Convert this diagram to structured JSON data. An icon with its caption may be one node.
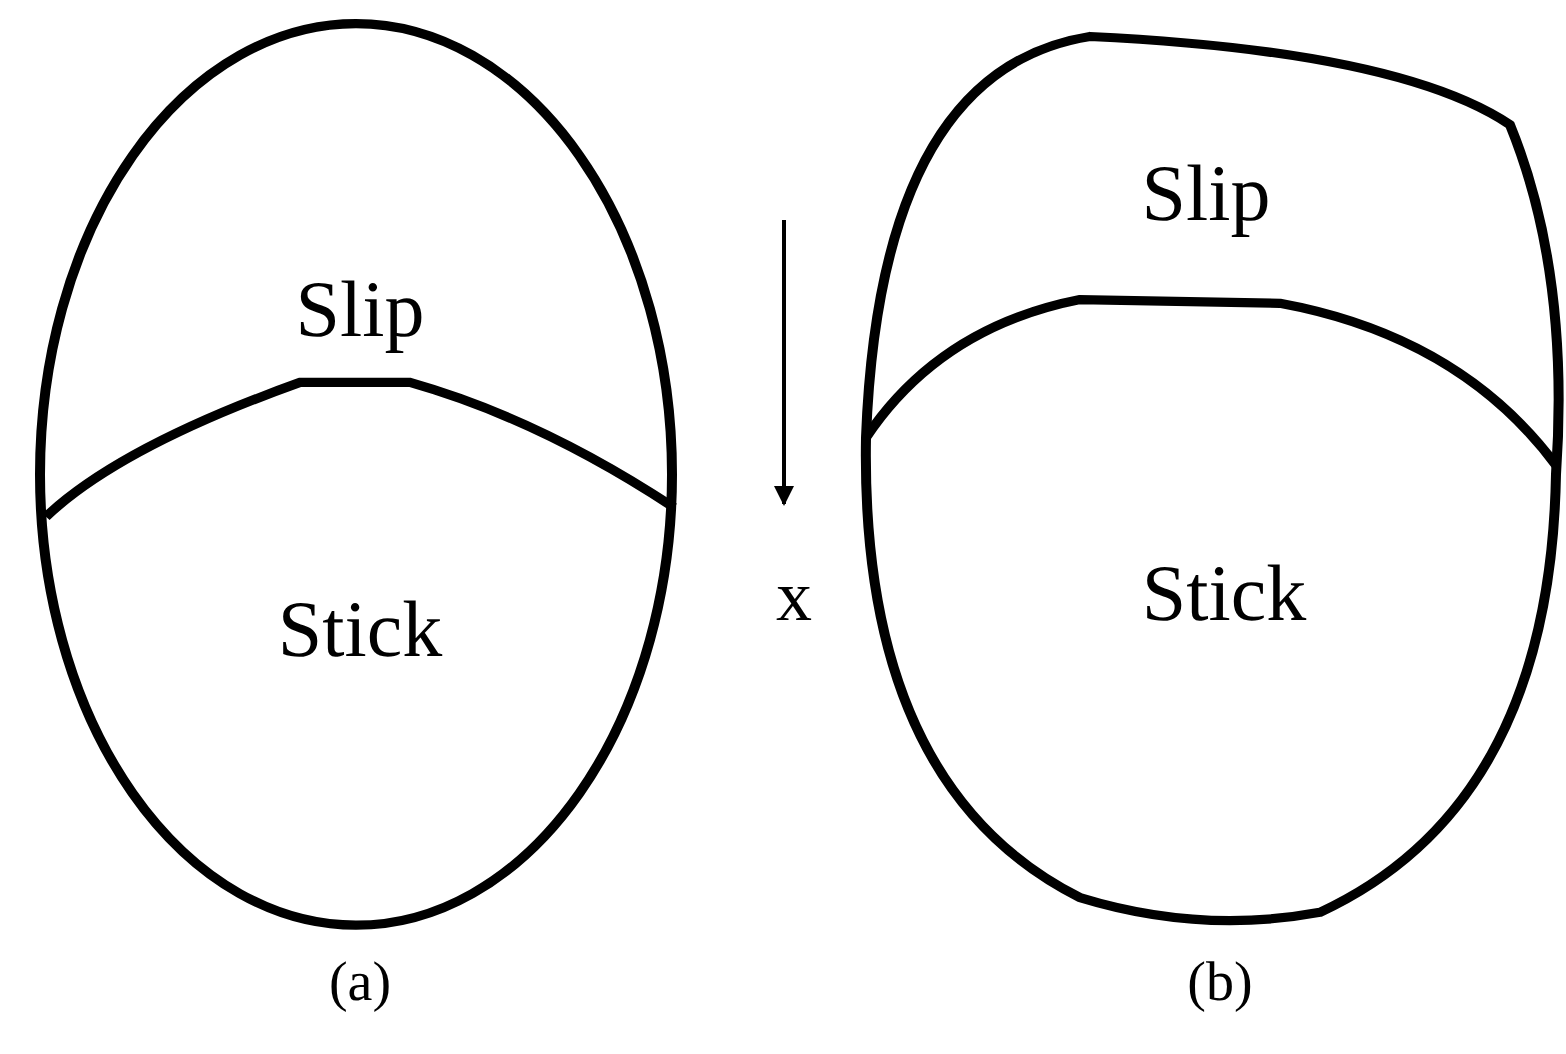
{
  "diagram": {
    "labels": [
      "Slip",
      "Stick",
      "x",
      "Slip",
      "Stick",
      "(a)",
      "(b)"
    ]
  }
}
